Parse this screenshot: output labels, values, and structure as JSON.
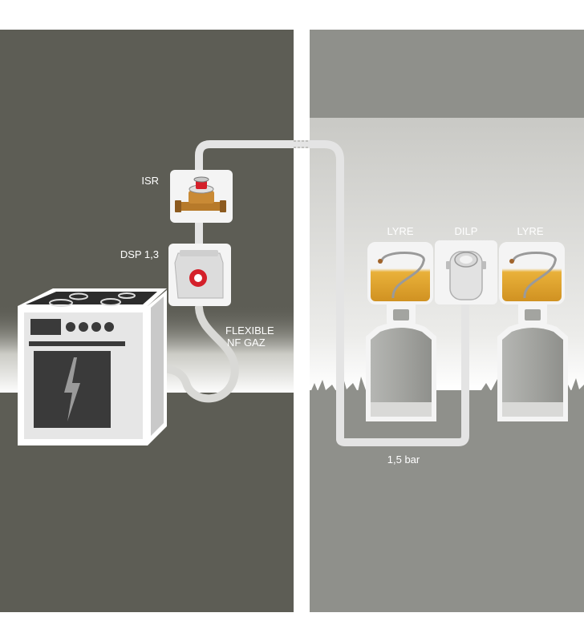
{
  "labels": {
    "isr": "ISR",
    "dsp": "DSP 1,3",
    "flexible": "FLEXIBLE",
    "nf_gaz": "NF GAZ",
    "lyre_left": "LYRE",
    "dilp": "DILP",
    "lyre_right": "LYRE",
    "pressure": "1,5 bar"
  },
  "icons": {
    "isr": "gas-meter-valve-icon",
    "dsp": "pressure-regulator-icon",
    "dilp": "inverter-regulator-icon",
    "lyre": "flexible-hose-icon",
    "stove": "gas-stove-icon",
    "bottle": "gas-bottle-icon"
  },
  "colors": {
    "indoor_wall": "#5d5d55",
    "outdoor_sky": "#8f908b",
    "pipe": "#e4e4e4",
    "highlight_red": "#d4202a",
    "lyre_gold": "#e2a52a"
  }
}
